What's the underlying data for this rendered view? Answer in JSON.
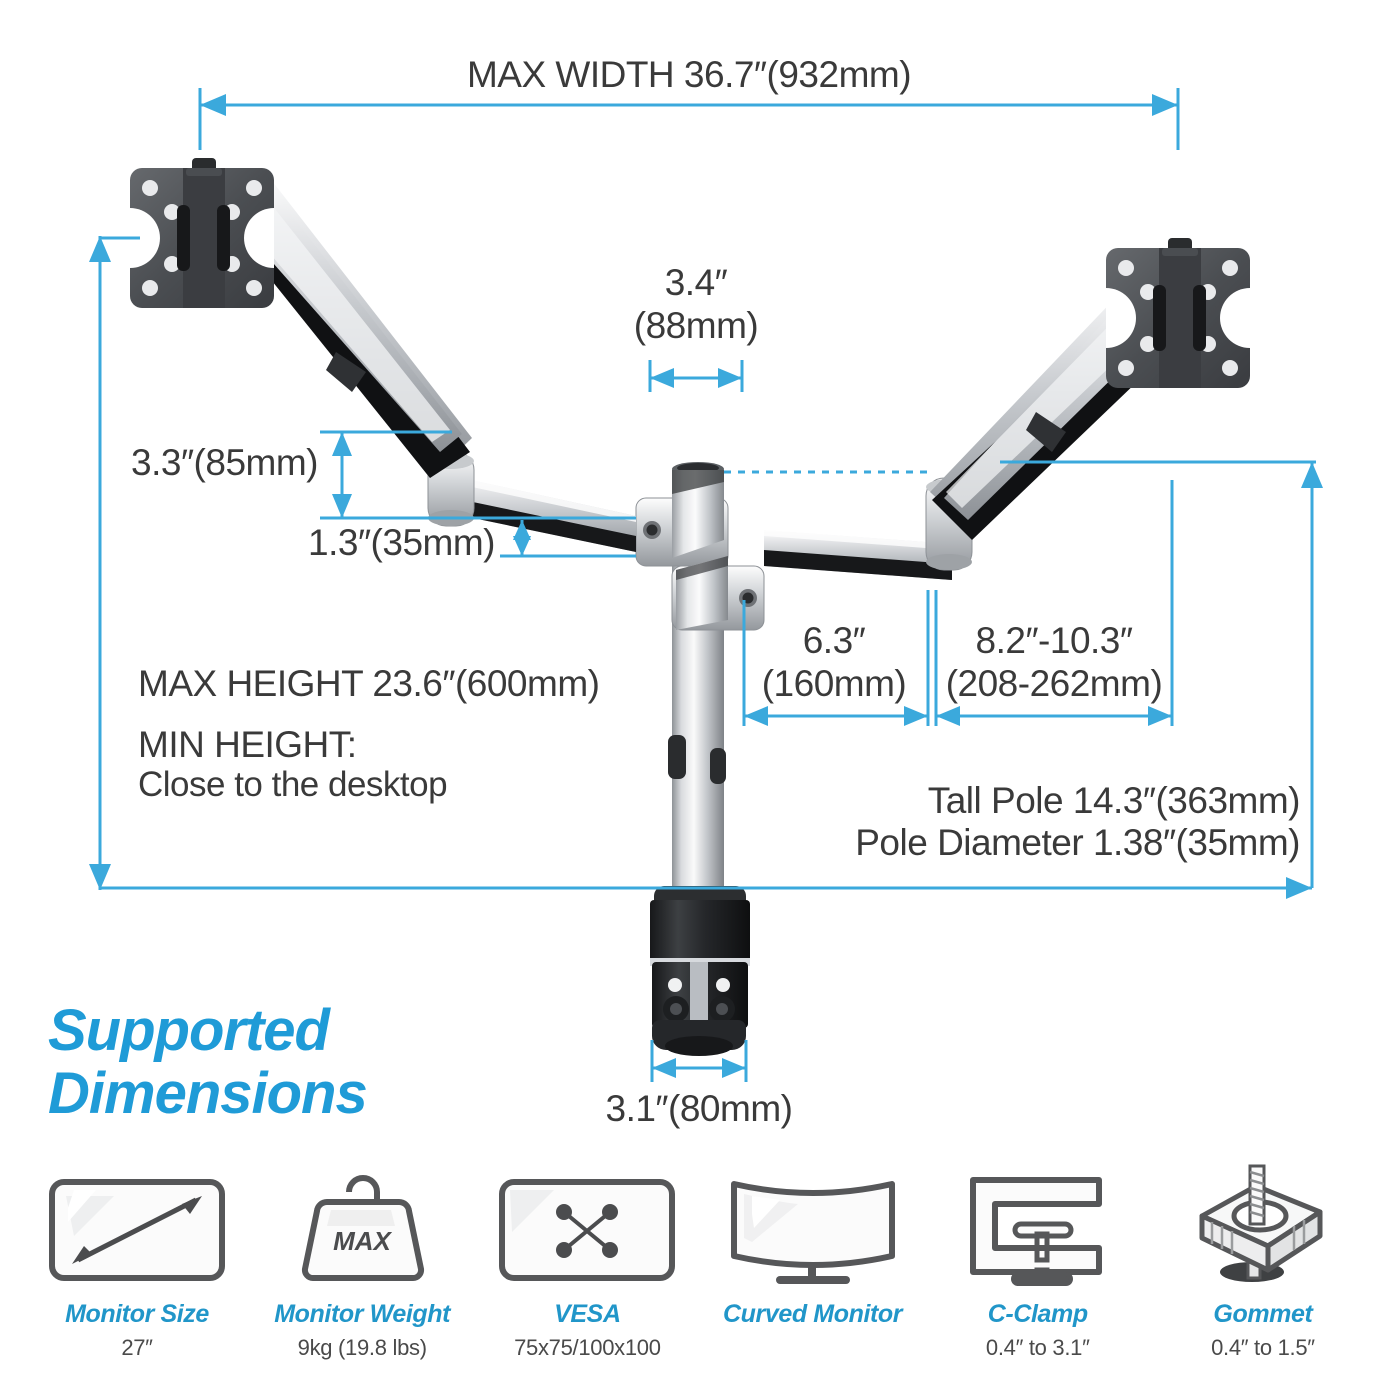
{
  "accent_blue": "#3BA9DC",
  "heading_blue": "#1F9BD7",
  "label_blue": "#2196C9",
  "text_gray": "#3a3a3a",
  "dimensions": {
    "max_width": "MAX WIDTH  36.7″(932mm)",
    "center_gap_in": "3.4″",
    "center_gap_mm": "(88mm)",
    "arm_rise": "3.3″(85mm)",
    "arm_drop": "1.3″(35mm)",
    "max_height": "MAX HEIGHT 23.6″(600mm)",
    "min_height_label": "MIN HEIGHT:",
    "min_height_value": "Close to the desktop",
    "inner_reach_in": "6.3″",
    "inner_reach_mm": "(160mm)",
    "outer_reach_in": "8.2″-10.3″",
    "outer_reach_mm": "(208-262mm)",
    "tall_pole": "Tall Pole 14.3″(363mm)",
    "pole_diameter": "Pole Diameter 1.38″(35mm)",
    "base_width": "3.1″(80mm)"
  },
  "supported": {
    "heading_line1": "Supported",
    "heading_line2": "Dimensions",
    "weight_icon_text": "MAX",
    "specs": [
      {
        "icon": "monitor-size-icon",
        "title": "Monitor Size",
        "value": "27″"
      },
      {
        "icon": "monitor-weight-icon",
        "title": "Monitor Weight",
        "value": "9kg (19.8 lbs)"
      },
      {
        "icon": "vesa-icon",
        "title": "VESA",
        "value": "75x75/100x100"
      },
      {
        "icon": "curved-monitor-icon",
        "title": "Curved Monitor",
        "value": ""
      },
      {
        "icon": "c-clamp-icon",
        "title": "C-Clamp",
        "value": "0.4″ to 3.1″"
      },
      {
        "icon": "grommet-icon",
        "title": "Gommet",
        "value": "0.4″ to 1.5″"
      }
    ]
  }
}
